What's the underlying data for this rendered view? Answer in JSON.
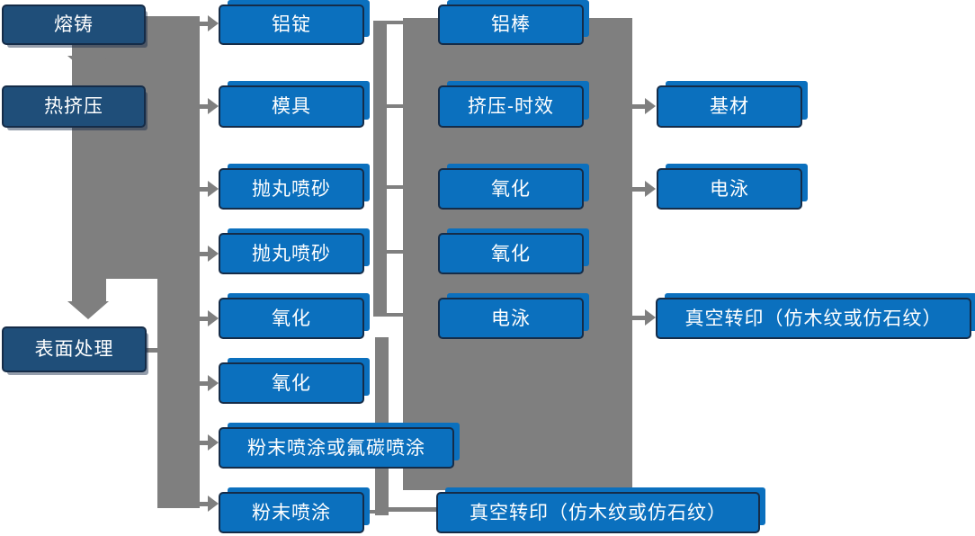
{
  "diagram": {
    "type": "flowchart",
    "language": "zh-CN",
    "colors": {
      "dark_node": "#1F4E79",
      "bright_node": "#0B70BE",
      "connector_gray": "#7F7F7F",
      "node_border": "#152C48",
      "text": "#FFFFFF",
      "background": "#FFFFFF"
    },
    "nodes": [
      {
        "id": "melting-casting",
        "label": "熔铸",
        "style": "dark"
      },
      {
        "id": "hot-extrusion",
        "label": "热挤压",
        "style": "dark"
      },
      {
        "id": "surface-treatment",
        "label": "表面处理",
        "style": "dark"
      },
      {
        "id": "aluminum-ingot",
        "label": "铝锭",
        "style": "bright"
      },
      {
        "id": "mold",
        "label": "模具",
        "style": "bright"
      },
      {
        "id": "shot-blasting-sandblasting-1",
        "label": "抛丸喷砂",
        "style": "bright"
      },
      {
        "id": "shot-blasting-sandblasting-2",
        "label": "抛丸喷砂",
        "style": "bright"
      },
      {
        "id": "oxidation-1",
        "label": "氧化",
        "style": "bright"
      },
      {
        "id": "oxidation-2",
        "label": "氧化",
        "style": "bright"
      },
      {
        "id": "powder-or-fluorocarbon-coating",
        "label": "粉末喷涂或氟碳喷涂",
        "style": "bright"
      },
      {
        "id": "powder-coating",
        "label": "粉末喷涂",
        "style": "bright"
      },
      {
        "id": "aluminum-rod",
        "label": "铝棒",
        "style": "bright"
      },
      {
        "id": "extrusion-aging",
        "label": "挤压-时效",
        "style": "bright"
      },
      {
        "id": "oxidation-3",
        "label": "氧化",
        "style": "bright"
      },
      {
        "id": "oxidation-4",
        "label": "氧化",
        "style": "bright"
      },
      {
        "id": "electrophoresis-1",
        "label": "电泳",
        "style": "bright"
      },
      {
        "id": "vacuum-transfer-print-1",
        "label": "真空转印（仿木纹或仿石纹）",
        "style": "bright"
      },
      {
        "id": "base-material",
        "label": "基材",
        "style": "bright"
      },
      {
        "id": "electrophoresis-2",
        "label": "电泳",
        "style": "bright"
      },
      {
        "id": "vacuum-transfer-print-2",
        "label": "真空转印（仿木纹或仿石纹）",
        "style": "bright"
      }
    ]
  }
}
